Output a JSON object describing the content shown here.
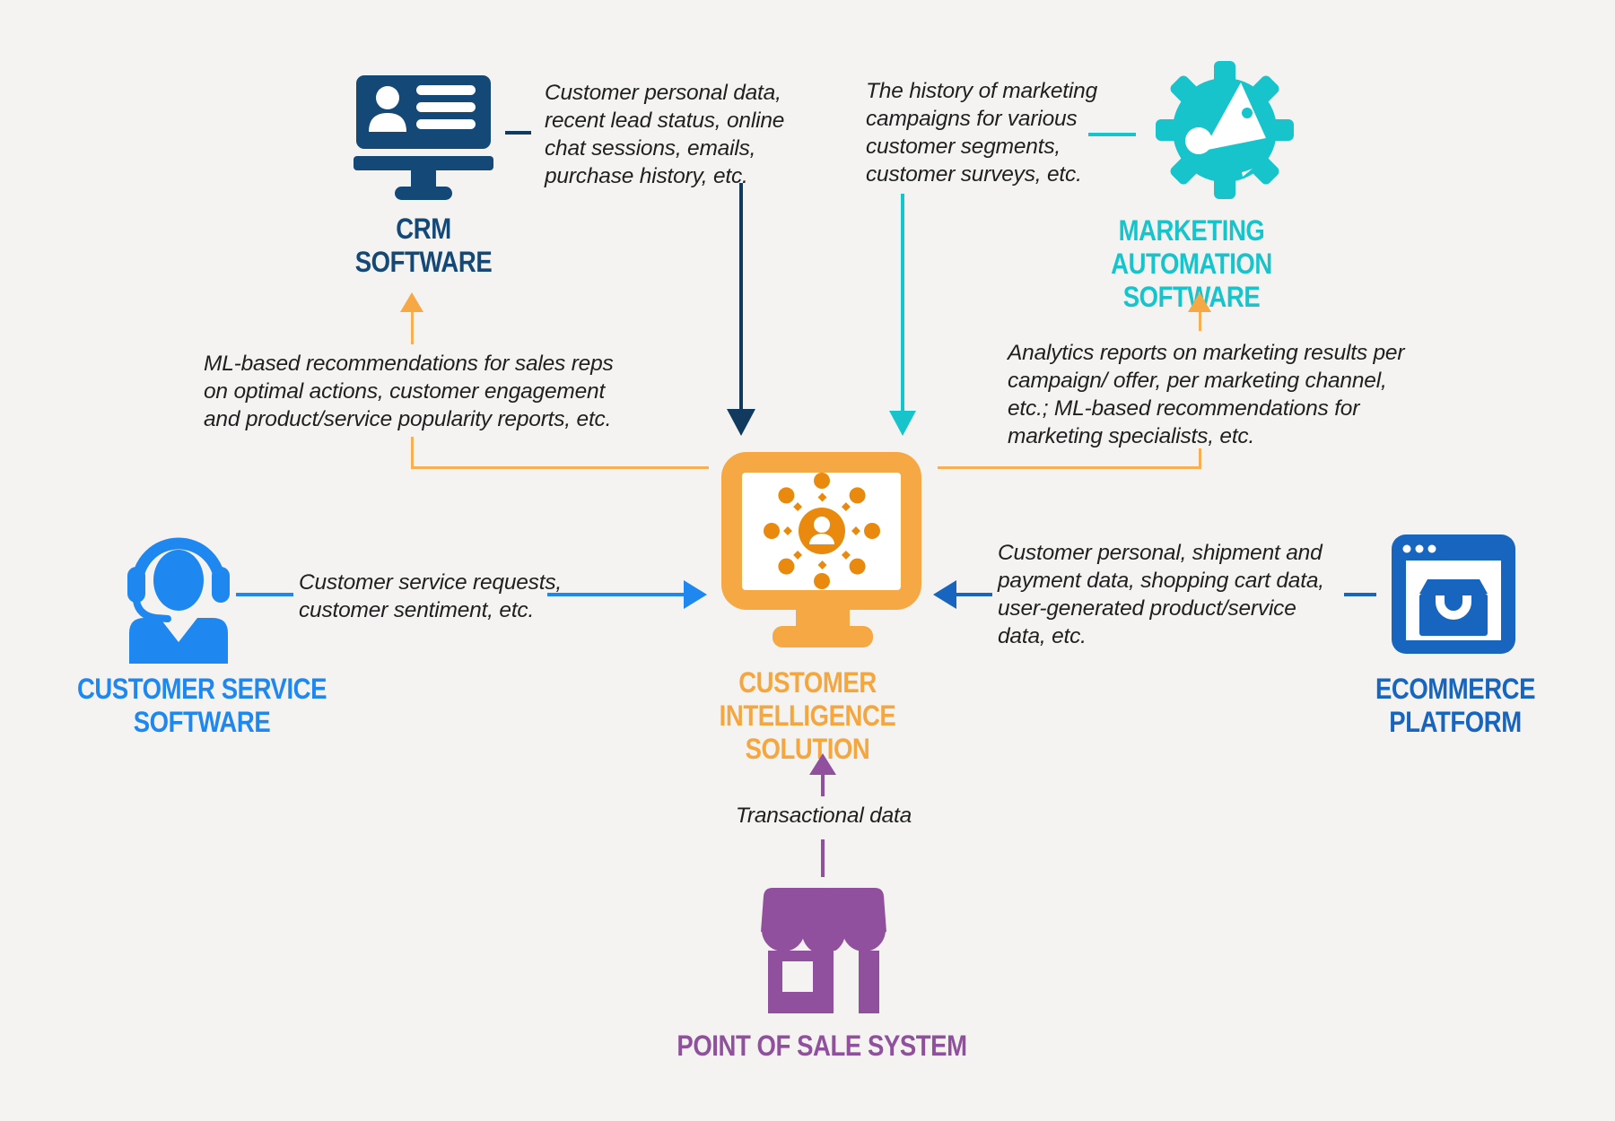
{
  "background": "#f4f3f1",
  "colors": {
    "crm_navy": "#134877",
    "navy_arrow": "#113a5e",
    "marketing_teal": "#17c4cc",
    "customer_service_blue": "#1e87f0",
    "ecommerce_blue": "#1765be",
    "ci_orange": "#f6a844",
    "ci_hub_orange": "#e98a0e",
    "pos_purple": "#90509e",
    "annotation_text": "#1f1f1f"
  },
  "nodes": {
    "crm": {
      "label": "CRM\nSOFTWARE"
    },
    "marketing": {
      "label": "MARKETING AUTOMATION\nSOFTWARE"
    },
    "customer_service": {
      "label": "CUSTOMER SERVICE\nSOFTWARE"
    },
    "customer_intelligence": {
      "label": "CUSTOMER INTELLIGENCE\nSOLUTION"
    },
    "ecommerce": {
      "label": "ECOMMERCE\nPLATFORM"
    },
    "pos": {
      "label": "POINT OF SALE SYSTEM"
    }
  },
  "flows": {
    "crm_to_ci": "Customer personal data,\nrecent lead status, online\nchat sessions, emails,\npurchase history, etc.",
    "marketing_to_ci": "The history of marketing\ncampaigns for various\ncustomer segments,\ncustomer surveys, etc.",
    "ci_to_crm": "ML-based recommendations for sales reps\non optimal actions, customer engagement\nand product/service popularity reports, etc.",
    "ci_to_marketing": "Analytics reports on marketing results per\ncampaign/ offer, per marketing channel,\netc.; ML-based recommendations for\nmarketing specialists, etc.",
    "cs_to_ci": "Customer service requests,\ncustomer sentiment, etc.",
    "ecom_to_ci": "Customer personal, shipment and\npayment data, shopping cart data,\nuser-generated product/service\ndata, etc.",
    "pos_to_ci": "Transactional data"
  }
}
